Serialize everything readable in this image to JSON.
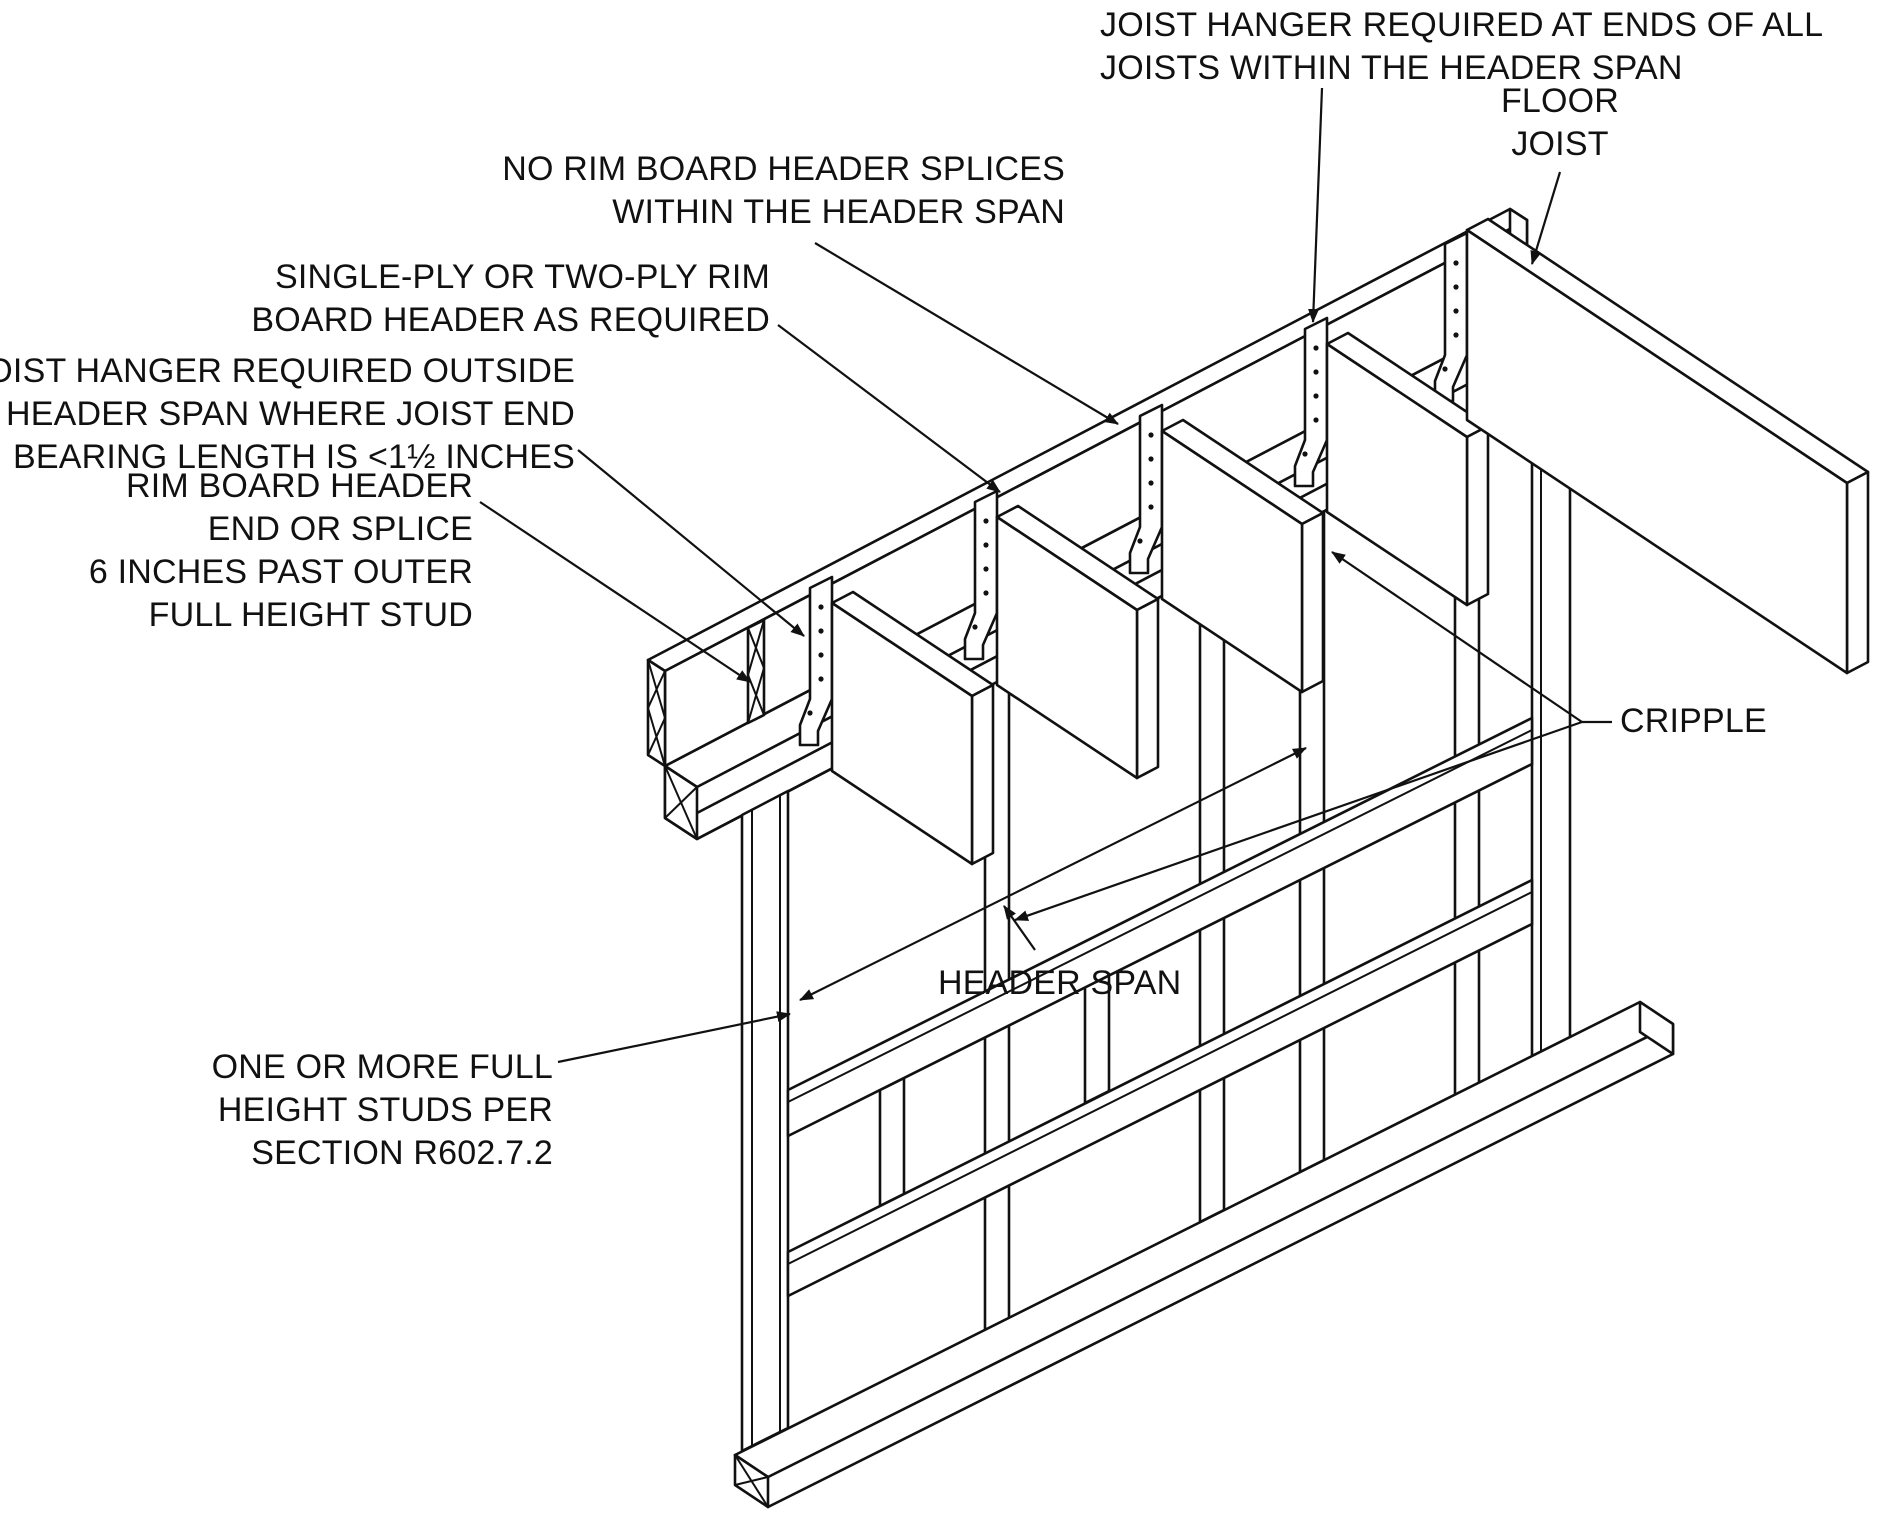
{
  "colors": {
    "line": "#111111",
    "background": "#ffffff"
  },
  "labels": {
    "joist_hanger_header_span": {
      "lines": [
        "JOIST HANGER REQUIRED AT ENDS OF ALL",
        "JOISTS WITHIN THE HEADER SPAN"
      ]
    },
    "floor_joist": {
      "lines": [
        "FLOOR",
        "JOIST"
      ]
    },
    "no_splices": {
      "lines": [
        "NO RIM BOARD HEADER SPLICES",
        "WITHIN THE HEADER SPAN"
      ]
    },
    "rim_board_header": {
      "lines": [
        "SINGLE-PLY OR TWO-PLY RIM",
        "BOARD HEADER AS REQUIRED"
      ]
    },
    "joist_hanger_outside": {
      "lines": [
        "JOIST HANGER REQUIRED OUTSIDE",
        "OF HEADER SPAN WHERE JOIST END",
        "BEARING LENGTH IS <1½ INCHES"
      ]
    },
    "rim_end_splice": {
      "lines": [
        "RIM BOARD HEADER",
        "END OR SPLICE",
        "6 INCHES PAST OUTER",
        "FULL HEIGHT STUD"
      ]
    },
    "cripple": {
      "lines": [
        "CRIPPLE"
      ]
    },
    "header_span": {
      "lines": [
        "HEADER SPAN"
      ]
    },
    "full_height_studs": {
      "lines": [
        "ONE OR MORE FULL",
        "HEIGHT STUDS PER",
        "SECTION R602.7.2"
      ]
    }
  }
}
